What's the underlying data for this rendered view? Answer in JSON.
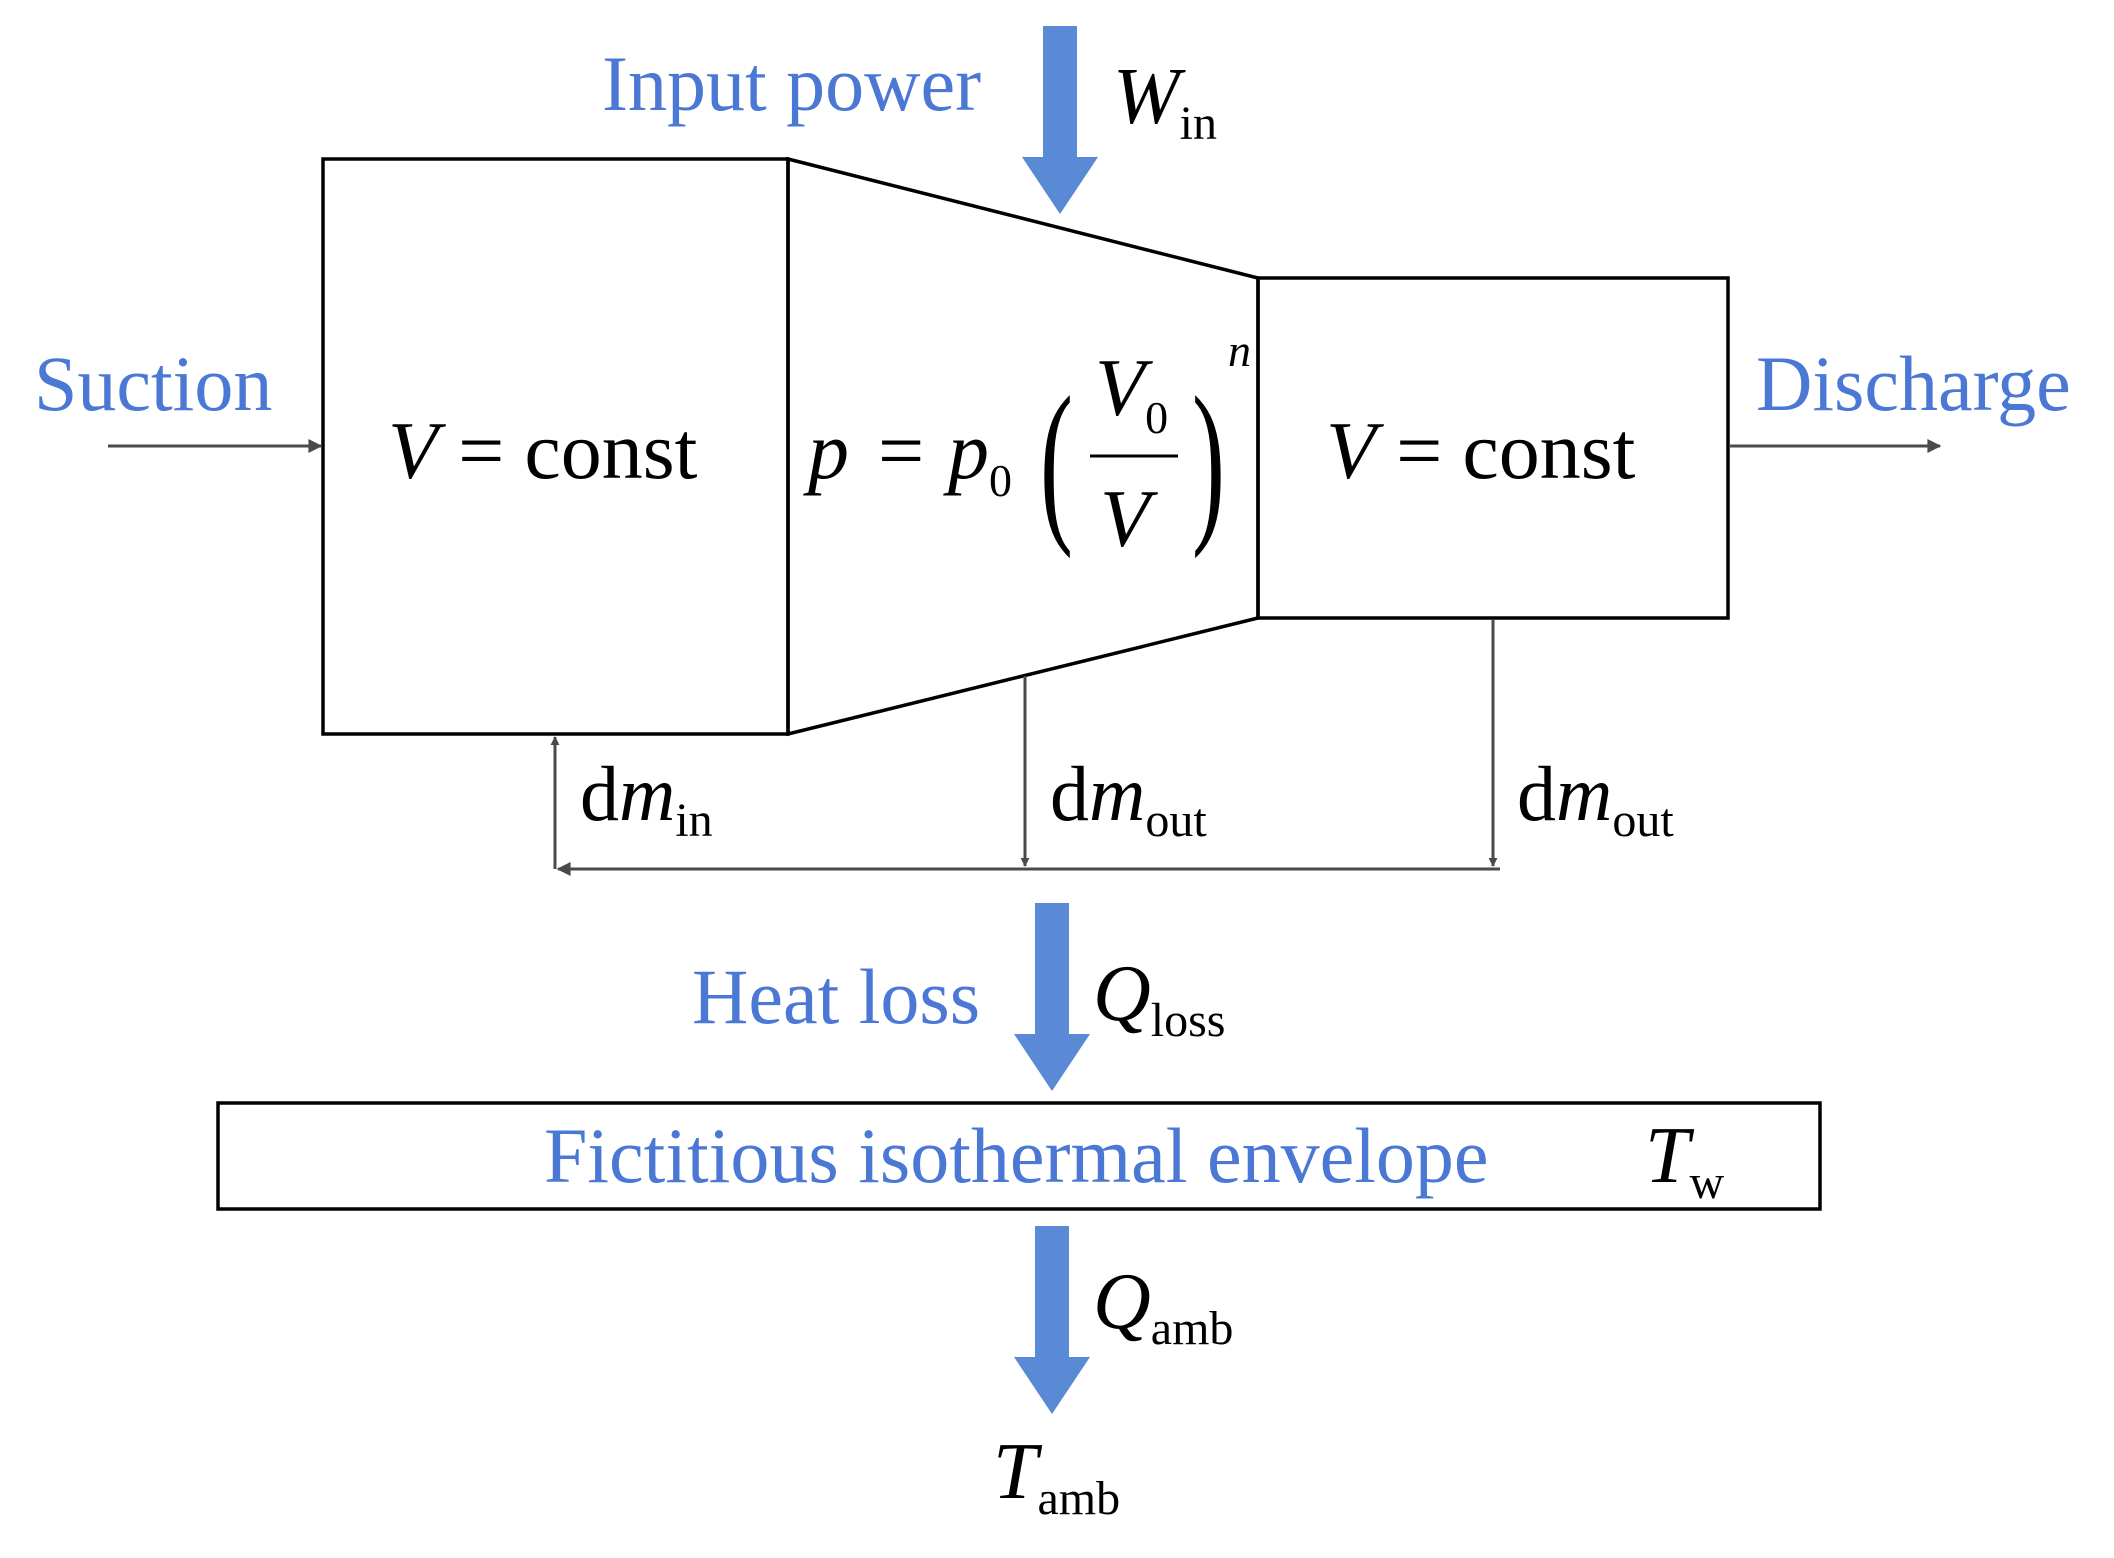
{
  "colors": {
    "label_blue": "#4a78d4",
    "arrow_blue": "#5a8ad6",
    "line_dark": "#4a4a4a",
    "box_stroke": "#000000"
  },
  "labels": {
    "input_power": "Input power",
    "suction": "Suction",
    "discharge": "Discharge",
    "heat_loss": "Heat loss",
    "envelope": "Fictitious isothermal envelope"
  },
  "symbols": {
    "w_in": {
      "base": "W",
      "sub": "in"
    },
    "q_loss": {
      "base": "Q",
      "sub": "loss"
    },
    "q_amb": {
      "base": "Q",
      "sub": "amb"
    },
    "t_w": {
      "base": "T",
      "sub": "w"
    },
    "t_amb": {
      "base": "T",
      "sub": "amb"
    },
    "dm_in": {
      "d": "d",
      "base": "m",
      "sub": "in"
    },
    "dm_out": {
      "d": "d",
      "base": "m",
      "sub": "out"
    }
  },
  "equations": {
    "left_box": {
      "var": "V",
      "eq": "=",
      "rhs": "const"
    },
    "right_box": {
      "var": "V",
      "eq": "=",
      "rhs": "const"
    },
    "middle": {
      "p": "p",
      "eq": "=",
      "p0_base": "p",
      "p0_sub": "0",
      "lparen": "(",
      "rparen": ")",
      "num_base": "V",
      "num_sub": "0",
      "den": "V",
      "exp": "n"
    }
  }
}
